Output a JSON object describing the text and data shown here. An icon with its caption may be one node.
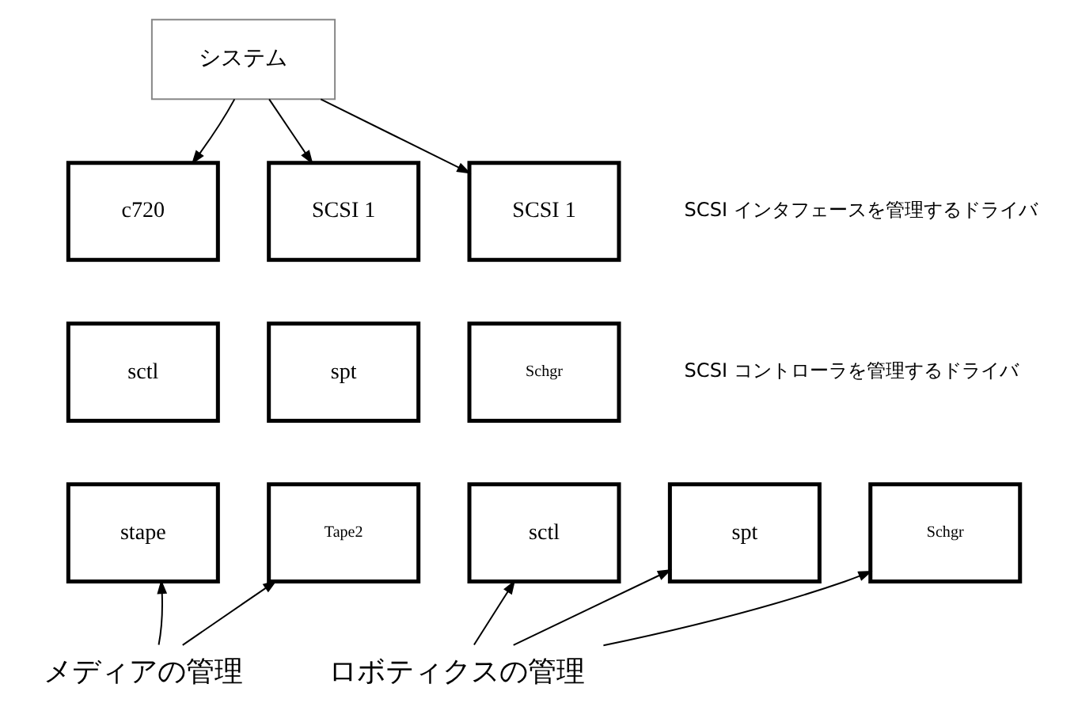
{
  "diagram": {
    "nodes": [
      {
        "text": [
          "システム"
        ]
      },
      {
        "text": [
          "c720"
        ]
      },
      {
        "text": [
          "SCSI 1"
        ]
      },
      {
        "text": [
          "SCSI 1"
        ]
      },
      {
        "text": [
          "sctl"
        ]
      },
      {
        "text": [
          "spt"
        ]
      },
      {
        "text": [
          "Schgr"
        ]
      },
      {
        "text": [
          "stape"
        ]
      },
      {
        "text": [
          "Tape2"
        ]
      },
      {
        "text": [
          "sctl"
        ]
      },
      {
        "text": [
          "spt"
        ]
      },
      {
        "text": [
          "Schgr"
        ]
      },
      {
        "text": [
          "メディアの管理"
        ]
      },
      {
        "text": [
          "ロボティクスの管理"
        ]
      }
    ],
    "edges": [
      {
        "from": 0,
        "to": 1,
        "arrow": "to"
      },
      {
        "from": 0,
        "to": 2,
        "arrow": "to"
      },
      {
        "from": 0,
        "to": 3,
        "arrow": "to"
      },
      {
        "from": 12,
        "to": 7,
        "arrow": "to"
      },
      {
        "from": 12,
        "to": 8,
        "arrow": "to"
      },
      {
        "from": 13,
        "to": 9,
        "arrow": "to"
      },
      {
        "from": 13,
        "to": 10,
        "arrow": "to"
      },
      {
        "from": 13,
        "to": 11,
        "arrow": "to"
      }
    ],
    "labels": [
      "SCSI インタフェースを管理するドライバ",
      "SCSI コントローラを管理するドライバ"
    ]
  }
}
